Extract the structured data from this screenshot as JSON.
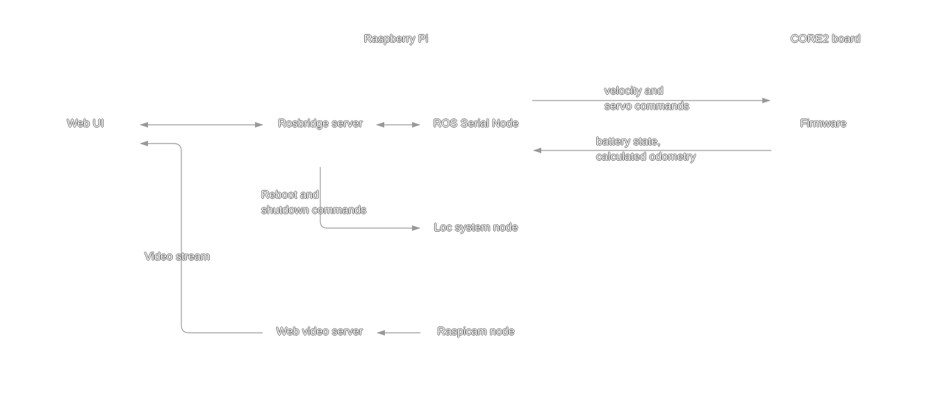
{
  "groups": {
    "raspberry_pi": "Raspberry Pi",
    "core2_board": "CORE2 board"
  },
  "nodes": {
    "web_ui": "Web UI",
    "rosbridge_server": "Rosbridge server",
    "ros_serial_node": "ROS Serial Node",
    "firmware": "Firmware",
    "loc_system_node": "Loc system node",
    "web_video_server": "Web video server",
    "raspicam_node": "Raspicam node"
  },
  "edges": {
    "velocity_line1": "velocity and",
    "velocity_line2": "servo commands",
    "battery_line1": "battery state,",
    "battery_line2": "calculated odometry",
    "reboot_line1": "Reboot and",
    "reboot_line2": "shutdown commands",
    "video_stream": "Video stream"
  },
  "colors": {
    "line": "#999999",
    "text_outline": "#6f6f6f",
    "text_fill": "#ffffff"
  }
}
